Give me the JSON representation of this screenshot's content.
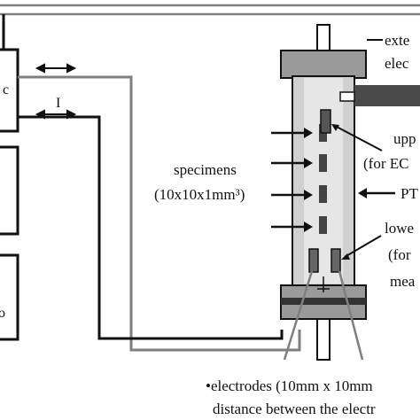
{
  "labels": {
    "external_electrode": [
      "exte",
      "elec"
    ],
    "current": "I",
    "upper_electrode": [
      "upp",
      "(for EC"
    ],
    "pt_vessel": "PT",
    "specimens": [
      "specimens",
      "(10x10x1mm³)"
    ],
    "lower_electrode": [
      "lowe",
      "(for",
      "mea"
    ],
    "electrodes_note": [
      "•electrodes (10mm x 10mm",
      "distance between the electr"
    ],
    "device_left": "c",
    "device_bottom": "o"
  },
  "colors": {
    "line": "#111111",
    "gray_wire": "#7f7f7f",
    "vessel_fill": "#d0d0d0",
    "cap_fill": "#9a9a9a",
    "specimen_fill": "#444444",
    "dark_rod": "#4a4a4a"
  }
}
